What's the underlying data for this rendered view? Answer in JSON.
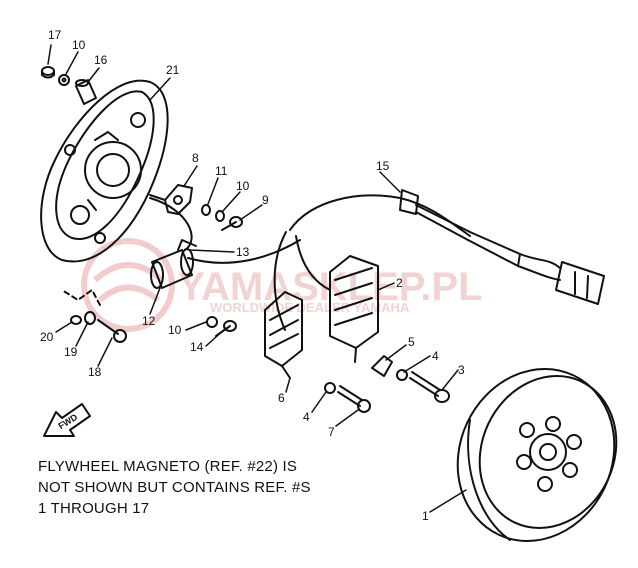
{
  "watermark": {
    "brand": "YAMASKLEP.PL",
    "sub": "WORLDWIDE DEALER YAMAHA",
    "color": "#e8b6b6"
  },
  "labels": {
    "p1": "1",
    "p2": "2",
    "p3": "3",
    "p4a": "4",
    "p4b": "4",
    "p5": "5",
    "p6": "6",
    "p7": "7",
    "p8": "8",
    "p9": "9",
    "p10a": "10",
    "p10b": "10",
    "p10c": "10",
    "p11": "11",
    "p12": "12",
    "p13": "13",
    "p14": "14",
    "p15": "15",
    "p16": "16",
    "p17": "17",
    "p18": "18",
    "p19": "19",
    "p20": "20",
    "p21": "21"
  },
  "fwd_label": "FWD",
  "note": {
    "line1": "FLYWHEEL MAGNETO (REF. #22) IS",
    "line2": "NOT SHOWN BUT CONTAINS REF. #S",
    "line3": "1 THROUGH 17"
  }
}
